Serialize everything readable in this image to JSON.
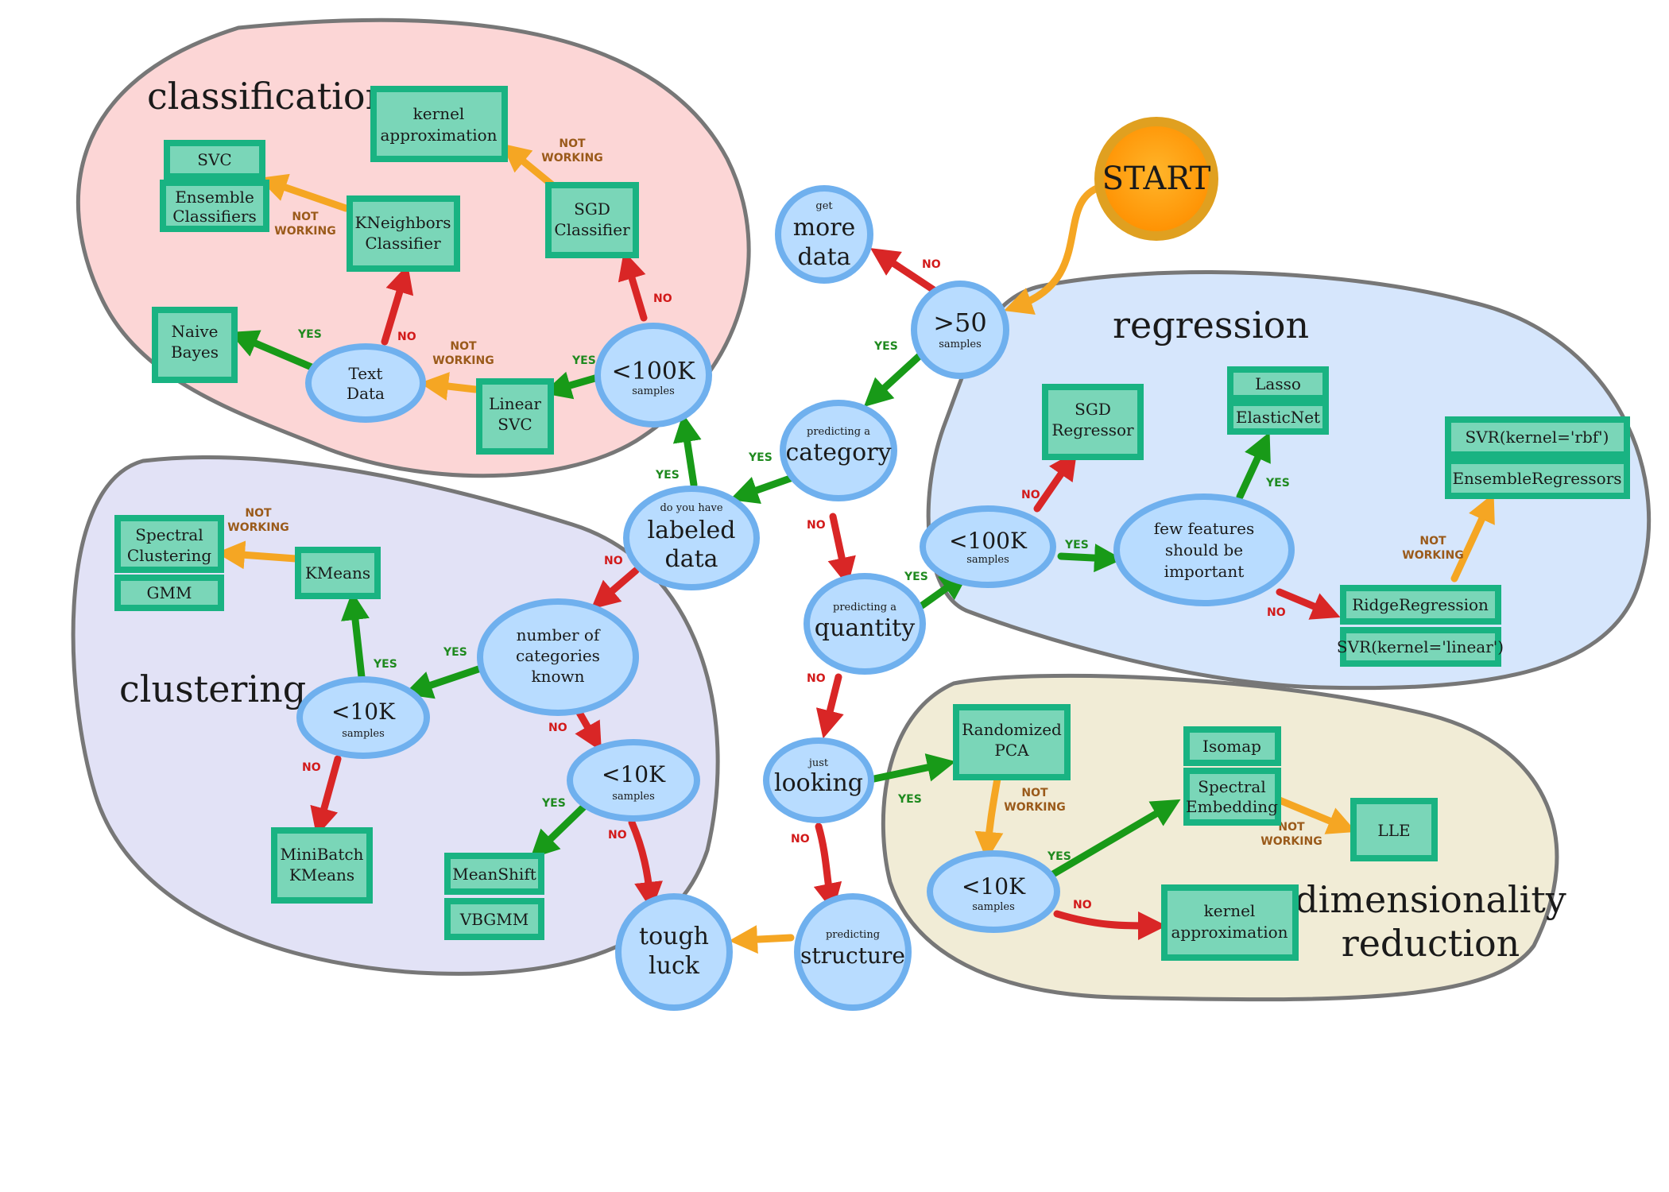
{
  "regions": {
    "classification": "classification",
    "clustering": "clustering",
    "regression": "regression",
    "dimensionality": "dimensionality",
    "reduction": "reduction"
  },
  "start": "START",
  "nodes": {
    "more_data_small": "get",
    "more_data_1": "more",
    "more_data_2": "data",
    "gt50": ">50",
    "gt50_sub": "samples",
    "category_small": "predicting a",
    "category": "category",
    "labeled_small": "do you have",
    "labeled_1": "labeled",
    "labeled_2": "data",
    "cls_100k": "<100K",
    "cls_100k_sub": "samples",
    "text_1": "Text",
    "text_2": "Data",
    "numcat_1": "number of",
    "numcat_2": "categories",
    "numcat_3": "known",
    "clu_10k_a": "<10K",
    "clu_10k_a_sub": "samples",
    "clu_10k_b": "<10K",
    "clu_10k_b_sub": "samples",
    "tough_1": "tough",
    "tough_2": "luck",
    "quantity_small": "predicting a",
    "quantity": "quantity",
    "looking_small": "just",
    "looking": "looking",
    "structure_small": "predicting",
    "structure": "structure",
    "reg_100k": "<100K",
    "reg_100k_sub": "samples",
    "few_1": "few features",
    "few_2": "should be",
    "few_3": "important",
    "dim_10k": "<10K",
    "dim_10k_sub": "samples"
  },
  "estimators": {
    "kernel_approx_1": "kernel",
    "kernel_approx_2": "approximation",
    "svc": "SVC",
    "ensemble_1": "Ensemble",
    "ensemble_2": "Classifiers",
    "kneighbors_1": "KNeighbors",
    "kneighbors_2": "Classifier",
    "sgd_clf_1": "SGD",
    "sgd_clf_2": "Classifier",
    "naive_1": "Naive",
    "naive_2": "Bayes",
    "linear_svc_1": "Linear",
    "linear_svc_2": "SVC",
    "spectral_clu_1": "Spectral",
    "spectral_clu_2": "Clustering",
    "gmm": "GMM",
    "kmeans": "KMeans",
    "minibatch_1": "MiniBatch",
    "minibatch_2": "KMeans",
    "meanshift": "MeanShift",
    "vbgmm": "VBGMM",
    "sgd_reg_1": "SGD",
    "sgd_reg_2": "Regressor",
    "lasso": "Lasso",
    "elasticnet": "ElasticNet",
    "svr_rbf": "SVR(kernel='rbf')",
    "ensemble_reg": "EnsembleRegressors",
    "ridge": "RidgeRegression",
    "svr_linear": "SVR(kernel='linear')",
    "rpca_1": "Randomized",
    "rpca_2": "PCA",
    "isomap": "Isomap",
    "spec_emb_1": "Spectral",
    "spec_emb_2": "Embedding",
    "lle": "LLE",
    "dim_kernel_1": "kernel",
    "dim_kernel_2": "approximation"
  },
  "labels": {
    "yes": "YES",
    "no": "NO",
    "not": "NOT",
    "working": "WORKING"
  },
  "colors": {
    "yes_arrow": "#189a18",
    "no_arrow": "#d92626",
    "not_working_arrow": "#f5a623",
    "classification_bg": "#fcd6d6",
    "clustering_bg": "#e2e2f6",
    "regression_bg": "#d6e6fc",
    "dimensionality_bg": "#f1ecd6",
    "node_fill": "#b8dcff",
    "estimator_fill": "#7ad6b8",
    "start_fill": "#ff9f00"
  }
}
